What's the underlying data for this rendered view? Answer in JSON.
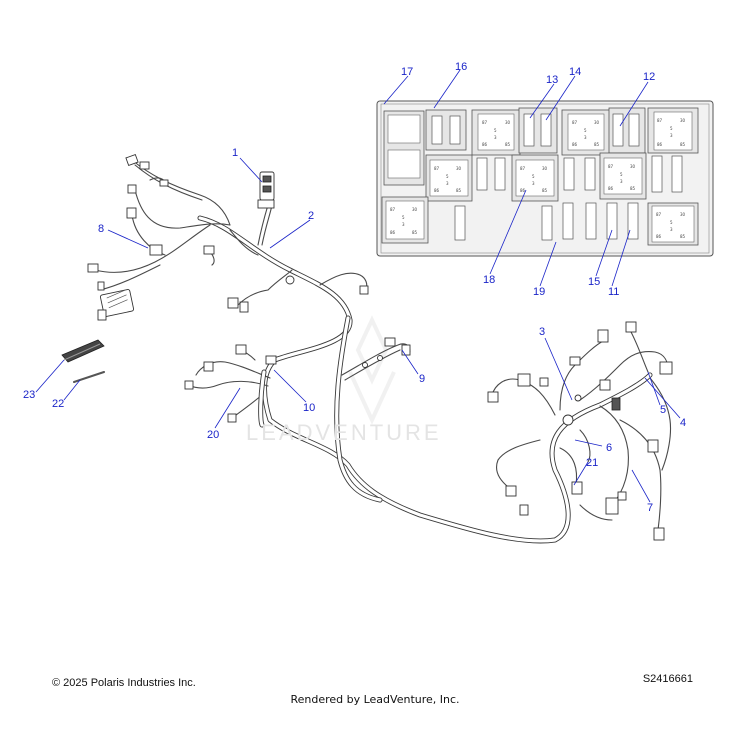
{
  "diagram": {
    "callouts": {
      "c1": "1",
      "c2": "2",
      "c3": "3",
      "c4": "4",
      "c5": "5",
      "c6": "6",
      "c7": "7",
      "c8": "8",
      "c9": "9",
      "c10": "10",
      "c11": "11",
      "c12": "12",
      "c13": "13",
      "c14": "14",
      "c15": "15",
      "c16": "16",
      "c17": "17",
      "c18": "18",
      "c19": "19",
      "c20": "20",
      "c21": "21",
      "c22": "22",
      "c23": "23"
    },
    "relay_pins": [
      "87",
      "30",
      "86",
      "85"
    ],
    "relay_pin_numbers": [
      "5",
      "2",
      "3",
      "1"
    ],
    "colors": {
      "callout": "#1a24c8",
      "line": "#3a3a3a",
      "box_fill": "#f2f2f2"
    }
  },
  "watermark": "LEADVENTURE",
  "footer": {
    "copyright": "© 2025 Polaris Industries Inc.",
    "ref_code": "S2416661",
    "rendered_by": "Rendered by LeadVenture, Inc."
  }
}
